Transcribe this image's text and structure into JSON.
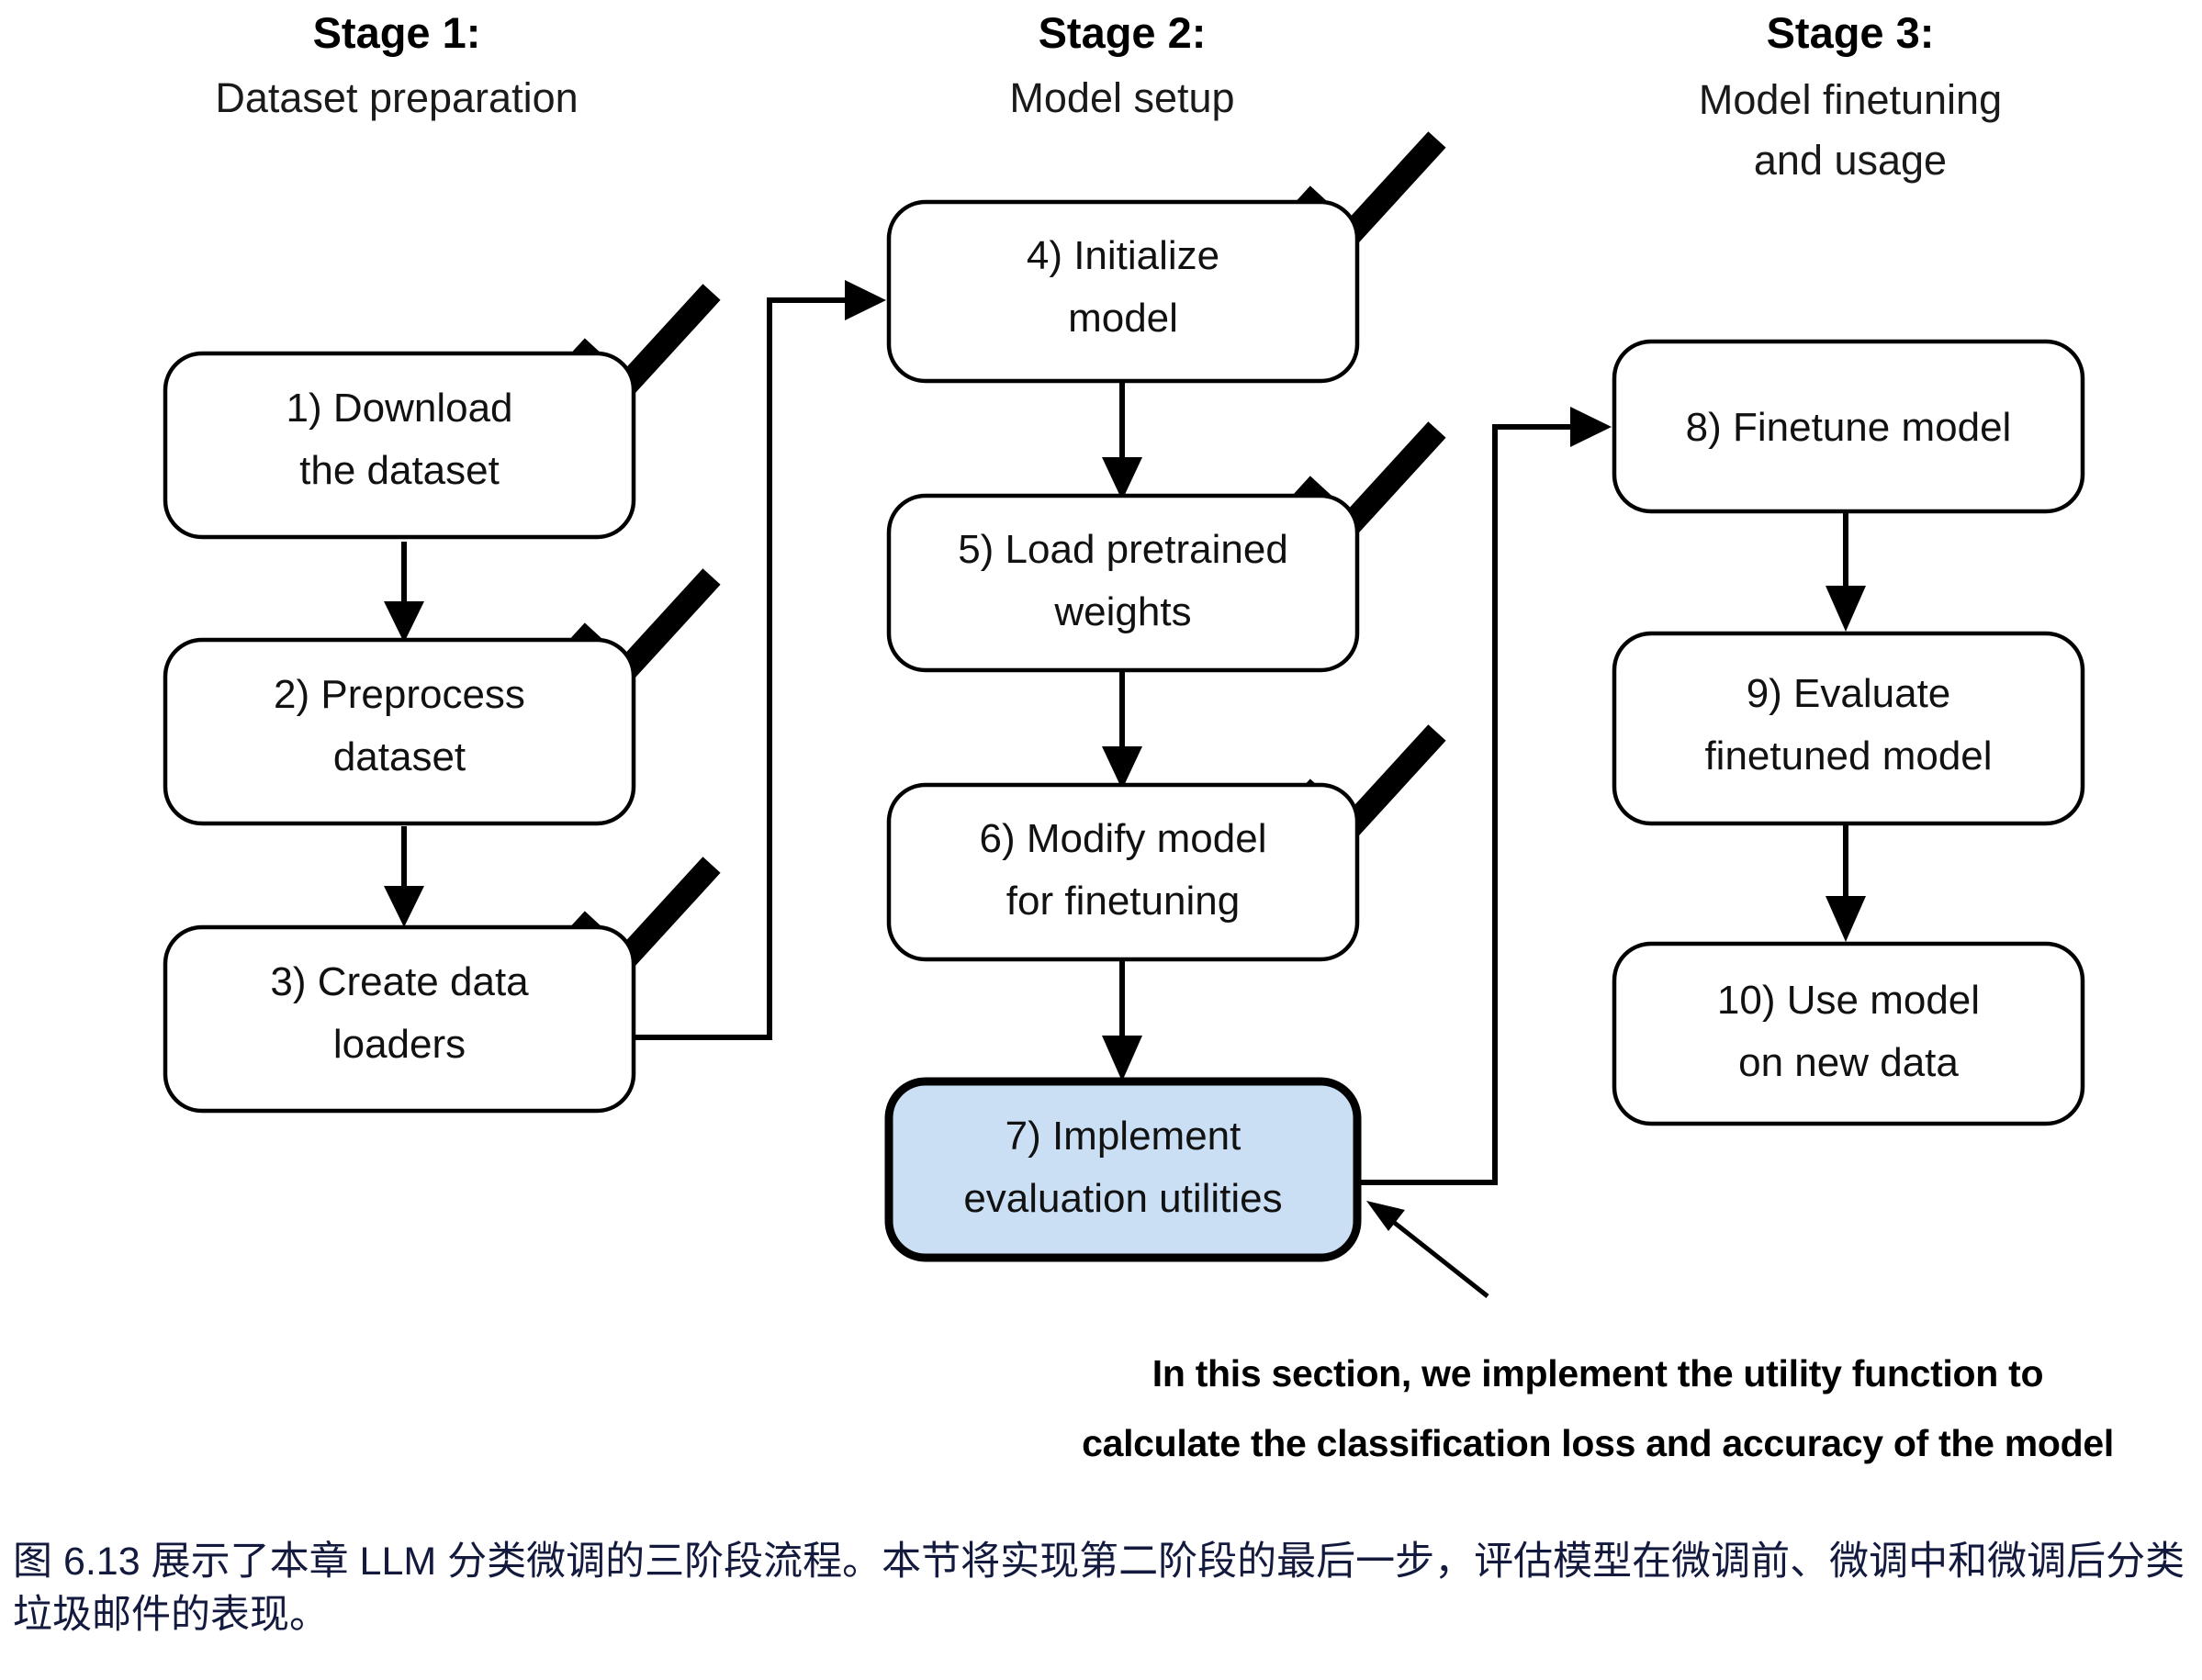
{
  "figure": {
    "stages": [
      {
        "id": "stage-1",
        "title": "Stage 1:",
        "subtitle": "Dataset preparation",
        "subtitle_lines": [
          "Dataset preparation"
        ]
      },
      {
        "id": "stage-2",
        "title": "Stage 2:",
        "subtitle": "Model setup",
        "subtitle_lines": [
          "Model setup"
        ]
      },
      {
        "id": "stage-3",
        "title": "Stage 3:",
        "subtitle": "Model finetuning and usage",
        "subtitle_lines": [
          "Model finetuning",
          "and usage"
        ]
      }
    ],
    "nodes": [
      {
        "id": "node-1",
        "number": "1)",
        "lines": [
          "1) Download",
          "the dataset"
        ],
        "stage": 1,
        "checked": true,
        "highlighted": false
      },
      {
        "id": "node-2",
        "number": "2)",
        "lines": [
          "2) Preprocess",
          "dataset"
        ],
        "stage": 1,
        "checked": true,
        "highlighted": false
      },
      {
        "id": "node-3",
        "number": "3)",
        "lines": [
          "3) Create data",
          "loaders"
        ],
        "stage": 1,
        "checked": true,
        "highlighted": false
      },
      {
        "id": "node-4",
        "number": "4)",
        "lines": [
          "4) Initialize",
          "model"
        ],
        "stage": 2,
        "checked": true,
        "highlighted": false
      },
      {
        "id": "node-5",
        "number": "5)",
        "lines": [
          "5) Load pretrained",
          "weights"
        ],
        "stage": 2,
        "checked": true,
        "highlighted": false
      },
      {
        "id": "node-6",
        "number": "6)",
        "lines": [
          "6) Modify model",
          "for finetuning"
        ],
        "stage": 2,
        "checked": true,
        "highlighted": false
      },
      {
        "id": "node-7",
        "number": "7)",
        "lines": [
          "7) Implement",
          "evaluation utilities"
        ],
        "stage": 2,
        "checked": false,
        "highlighted": true
      },
      {
        "id": "node-8",
        "number": "8)",
        "lines": [
          "8) Finetune model"
        ],
        "stage": 3,
        "checked": false,
        "highlighted": false
      },
      {
        "id": "node-9",
        "number": "9)",
        "lines": [
          "9) Evaluate",
          "finetuned model"
        ],
        "stage": 3,
        "checked": false,
        "highlighted": false
      },
      {
        "id": "node-10",
        "number": "10)",
        "lines": [
          "10) Use model",
          "on new data"
        ],
        "stage": 3,
        "checked": false,
        "highlighted": false
      }
    ],
    "callout": {
      "lines": [
        "In this section, we implement the utility function to",
        "calculate the classification loss and accuracy of the model"
      ]
    },
    "caption": "图 6.13 展示了本章 LLM 分类微调的三阶段流程。本节将实现第二阶段的最后一步，评估模型在微调前、微调中和微调后分类垃圾邮件的表现。",
    "colors": {
      "highlight_fill": "#cadff3",
      "stroke": "#000000",
      "caption_text": "#131a3e",
      "background": "#ffffff"
    }
  }
}
